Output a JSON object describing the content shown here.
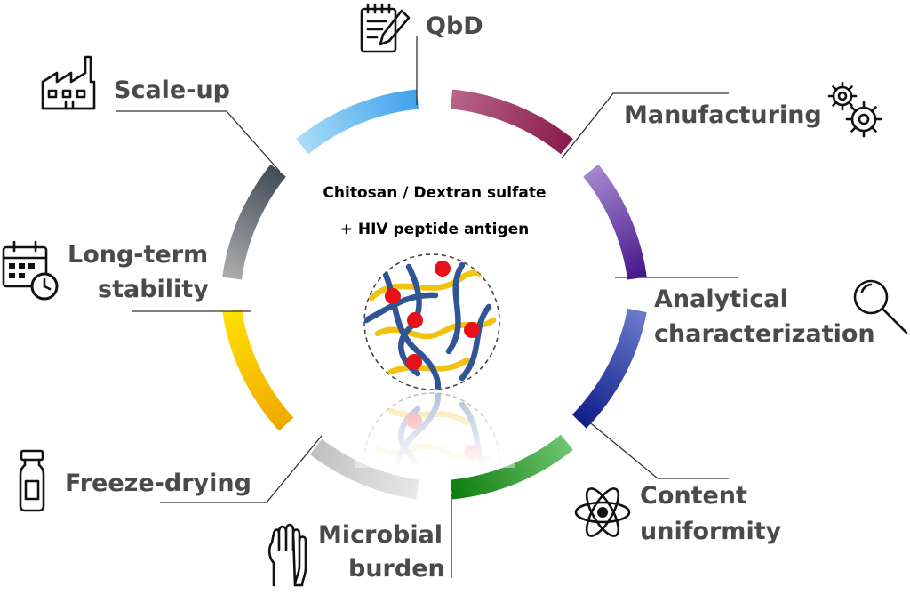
{
  "diagram": {
    "center": {
      "line1": "Chitosan / Dextran sulfate",
      "line2": "+ HIV peptide antigen"
    },
    "steps": [
      {
        "id": "qbd",
        "label": "QbD",
        "color": "#8a1a4a",
        "icon": "notepad-pencil-icon"
      },
      {
        "id": "manufacturing",
        "label": "Manufacturing",
        "color": "#8a1a4a",
        "icon": "gears-icon"
      },
      {
        "id": "analytical",
        "label_line1": "Analytical",
        "label_line2": "characterization",
        "color": "#5b2a96",
        "icon": "magnifier-icon"
      },
      {
        "id": "content",
        "label_line1": "Content",
        "label_line2": "uniformity",
        "color": "#1b2a8c",
        "icon": "atom-icon"
      },
      {
        "id": "microbial",
        "label_line1": "Microbial",
        "label_line2": "burden",
        "color": "#1e8a1e",
        "icon": "gloves-icon"
      },
      {
        "id": "freeze",
        "label": "Freeze-drying",
        "color": "#a8a8a8",
        "icon": "vial-icon"
      },
      {
        "id": "stability",
        "label_line1": "Long-term",
        "label_line2": "stability",
        "color": "#f0b400",
        "icon": "calendar-clock-icon"
      },
      {
        "id": "scaleup",
        "label": "Scale-up",
        "color": "#4a5560",
        "icon": "factory-icon"
      }
    ],
    "ring_gradient_colors": {
      "qbd": [
        "#a6dcf8",
        "#3ea0ea"
      ],
      "manufacturing": [
        "#b8658a",
        "#8a1a4a"
      ],
      "analytical": [
        "#a487cf",
        "#4a1a8c"
      ],
      "content": [
        "#6a7acb",
        "#10208a"
      ],
      "microbial": [
        "#0f7e0f",
        "#6ec36e"
      ],
      "freeze": [
        "#bfbfbf",
        "#e8e8e8"
      ],
      "stability": [
        "#ffe000",
        "#f0a800"
      ],
      "scaleup": [
        "#aaaaaa",
        "#3e4a55"
      ]
    }
  }
}
